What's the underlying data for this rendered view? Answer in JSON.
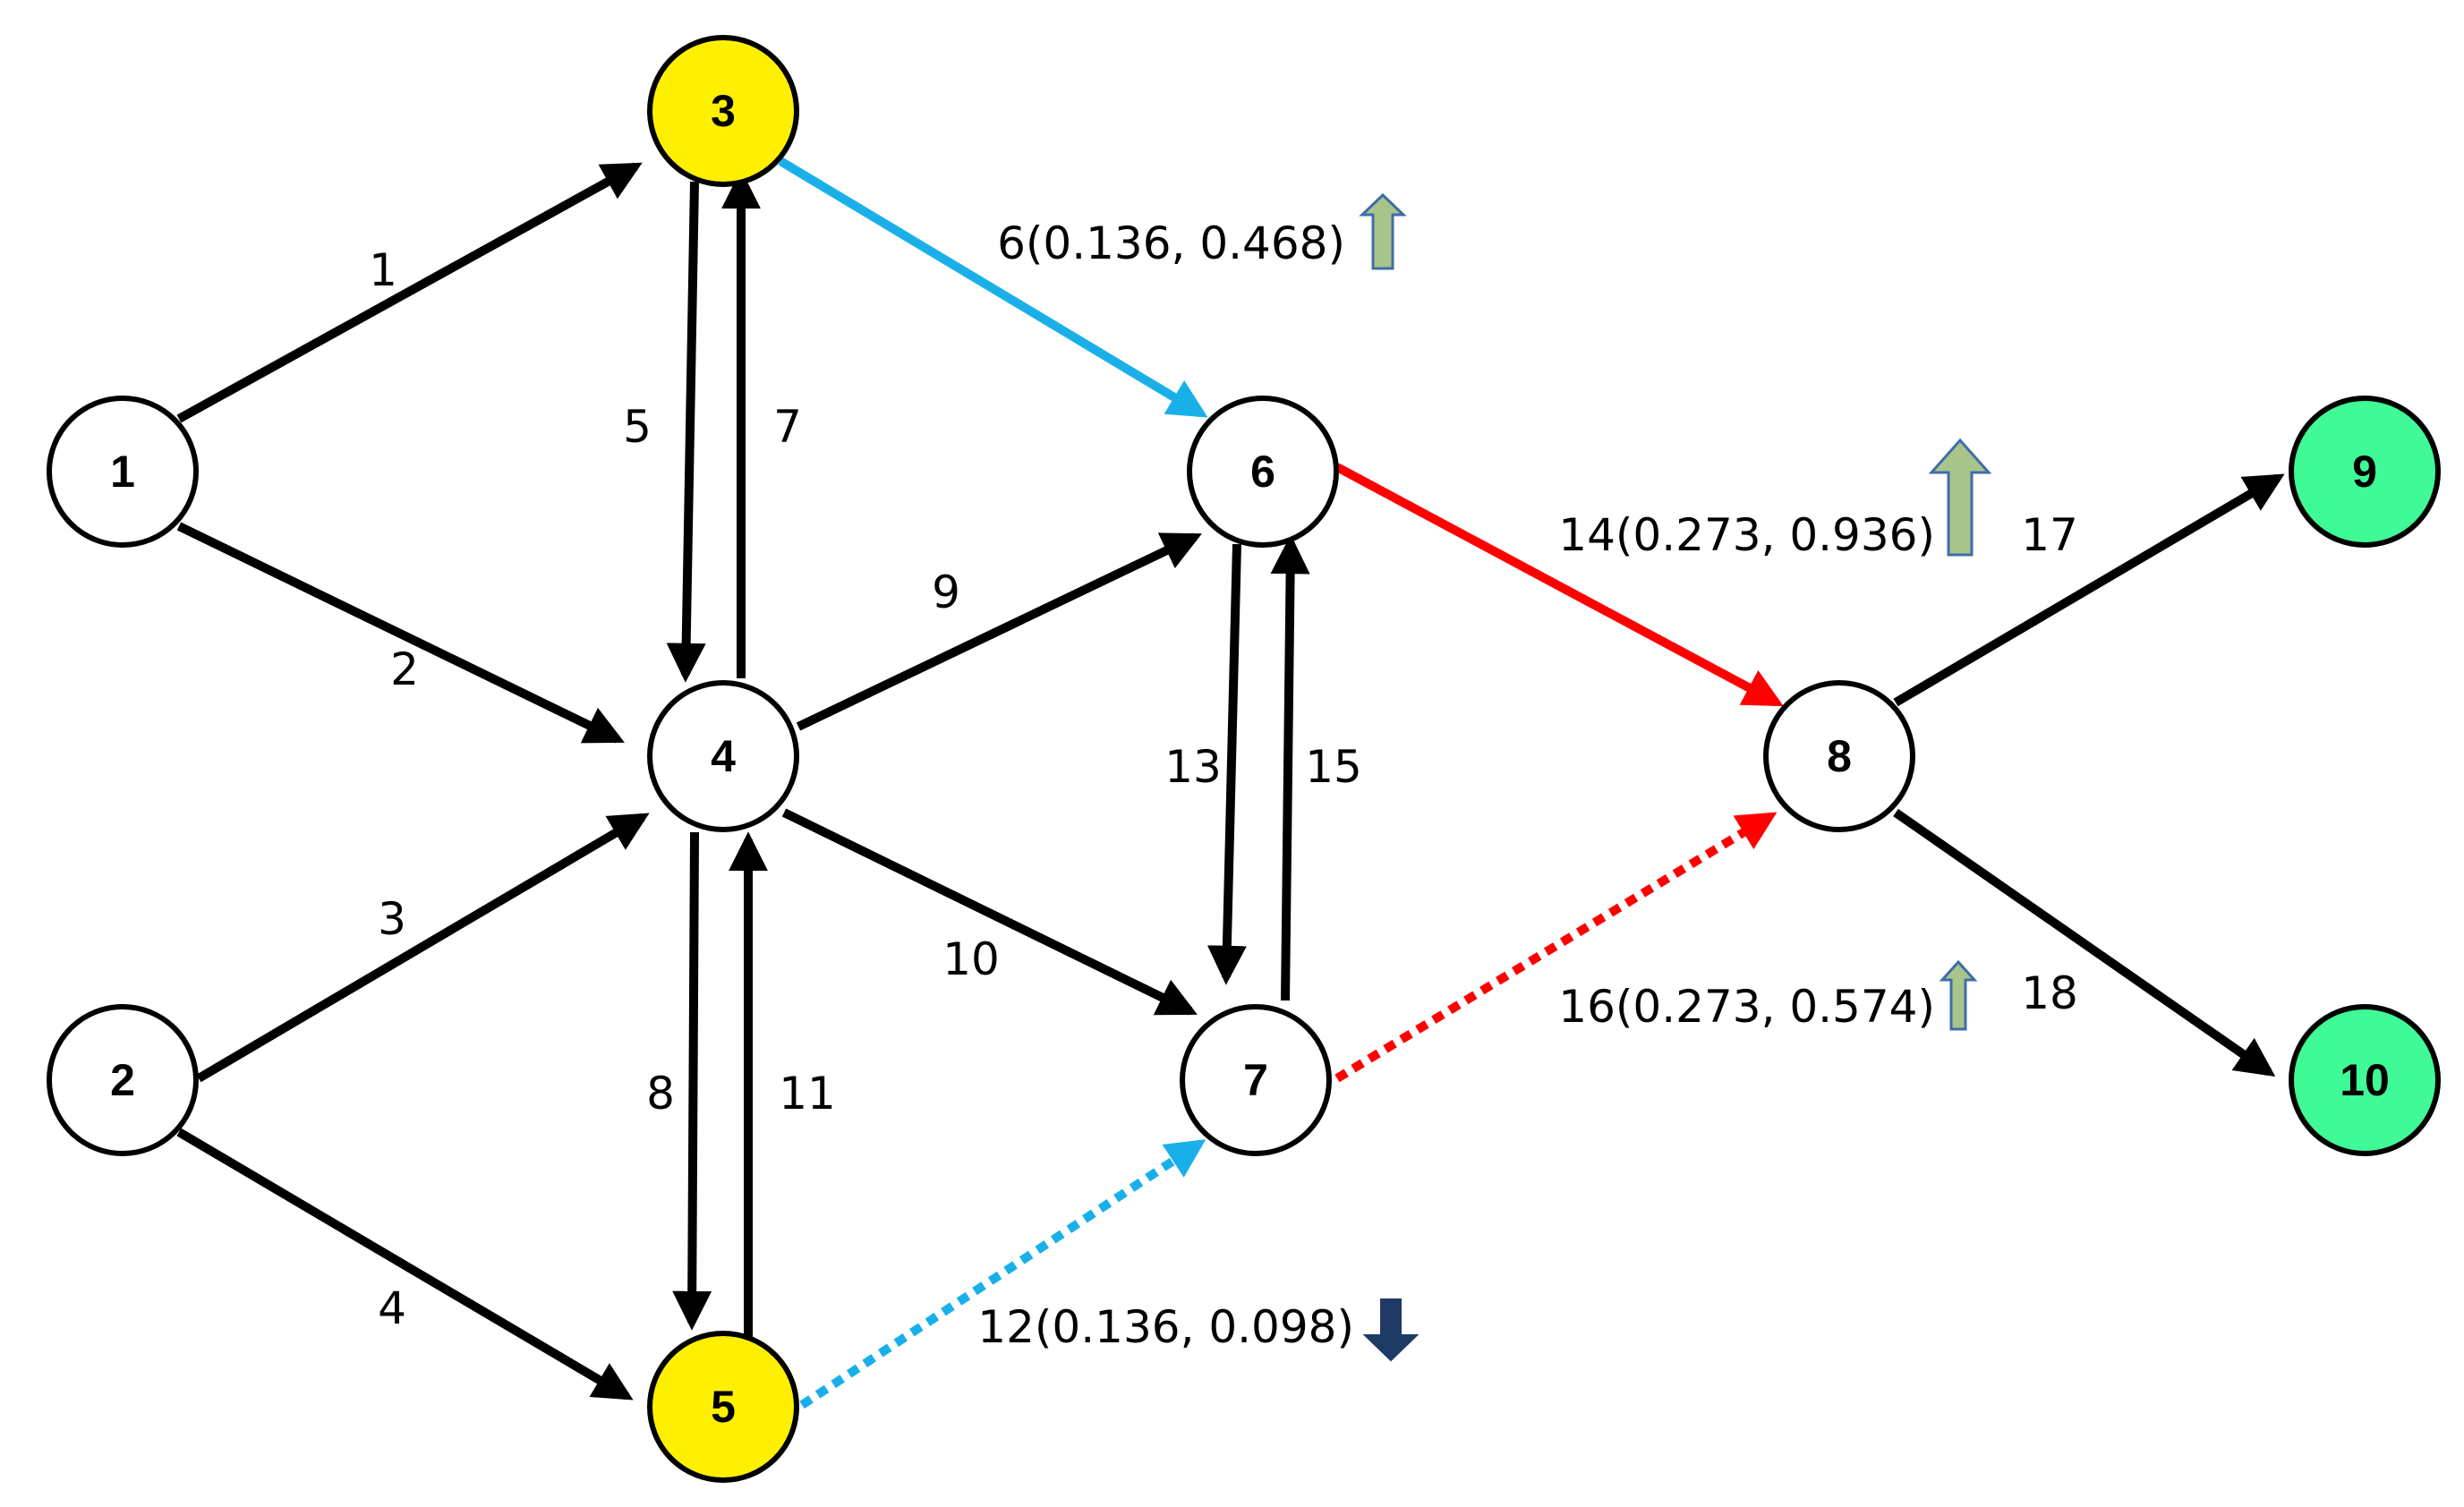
{
  "colors": {
    "default_edge": "#000000",
    "blue_edge": "#19B0EA",
    "red_edge": "#FF0000",
    "node_default": "#FFFFFF",
    "node_source": "#FFF000",
    "node_sink": "#3FFA96",
    "arrow_up": "#A9C48A",
    "arrow_up_border": "#3E6DA8",
    "arrow_down": "#1F3A64"
  },
  "nodes": [
    {
      "id": "1",
      "label": "1",
      "role": "default"
    },
    {
      "id": "2",
      "label": "2",
      "role": "default"
    },
    {
      "id": "3",
      "label": "3",
      "role": "source"
    },
    {
      "id": "4",
      "label": "4",
      "role": "default"
    },
    {
      "id": "5",
      "label": "5",
      "role": "source"
    },
    {
      "id": "6",
      "label": "6",
      "role": "default"
    },
    {
      "id": "7",
      "label": "7",
      "role": "default"
    },
    {
      "id": "8",
      "label": "8",
      "role": "default"
    },
    {
      "id": "9",
      "label": "9",
      "role": "sink"
    },
    {
      "id": "10",
      "label": "10",
      "role": "sink"
    }
  ],
  "edges": [
    {
      "id": "e1",
      "label": "1",
      "from": "1",
      "to": "3",
      "style": "default"
    },
    {
      "id": "e2",
      "label": "2",
      "from": "1",
      "to": "4",
      "style": "default"
    },
    {
      "id": "e3",
      "label": "3",
      "from": "2",
      "to": "4",
      "style": "default"
    },
    {
      "id": "e4",
      "label": "4",
      "from": "2",
      "to": "5",
      "style": "default"
    },
    {
      "id": "e5",
      "label": "5",
      "from": "3",
      "to": "4",
      "style": "default"
    },
    {
      "id": "e6",
      "label": "6(0.136, 0.468)",
      "from": "3",
      "to": "6",
      "style": "blue",
      "trend": "up-small"
    },
    {
      "id": "e7",
      "label": "7",
      "from": "4",
      "to": "3",
      "style": "default"
    },
    {
      "id": "e8",
      "label": "8",
      "from": "4",
      "to": "5",
      "style": "default"
    },
    {
      "id": "e9",
      "label": "9",
      "from": "4",
      "to": "6",
      "style": "default"
    },
    {
      "id": "e10",
      "label": "10",
      "from": "4",
      "to": "7",
      "style": "default"
    },
    {
      "id": "e11",
      "label": "11",
      "from": "5",
      "to": "4",
      "style": "default"
    },
    {
      "id": "e12",
      "label": "12(0.136, 0.098)",
      "from": "5",
      "to": "7",
      "style": "blue-dotted",
      "trend": "down"
    },
    {
      "id": "e13",
      "label": "13",
      "from": "6",
      "to": "7",
      "style": "default"
    },
    {
      "id": "e14",
      "label": "14(0.273, 0.936)",
      "from": "6",
      "to": "8",
      "style": "red",
      "trend": "up-large"
    },
    {
      "id": "e15",
      "label": "15",
      "from": "7",
      "to": "6",
      "style": "default"
    },
    {
      "id": "e16",
      "label": "16(0.273, 0.574)",
      "from": "7",
      "to": "8",
      "style": "red-dotted",
      "trend": "up-medium"
    },
    {
      "id": "e17",
      "label": "17",
      "from": "8",
      "to": "9",
      "style": "default"
    },
    {
      "id": "e18",
      "label": "18",
      "from": "8",
      "to": "10",
      "style": "default"
    }
  ]
}
